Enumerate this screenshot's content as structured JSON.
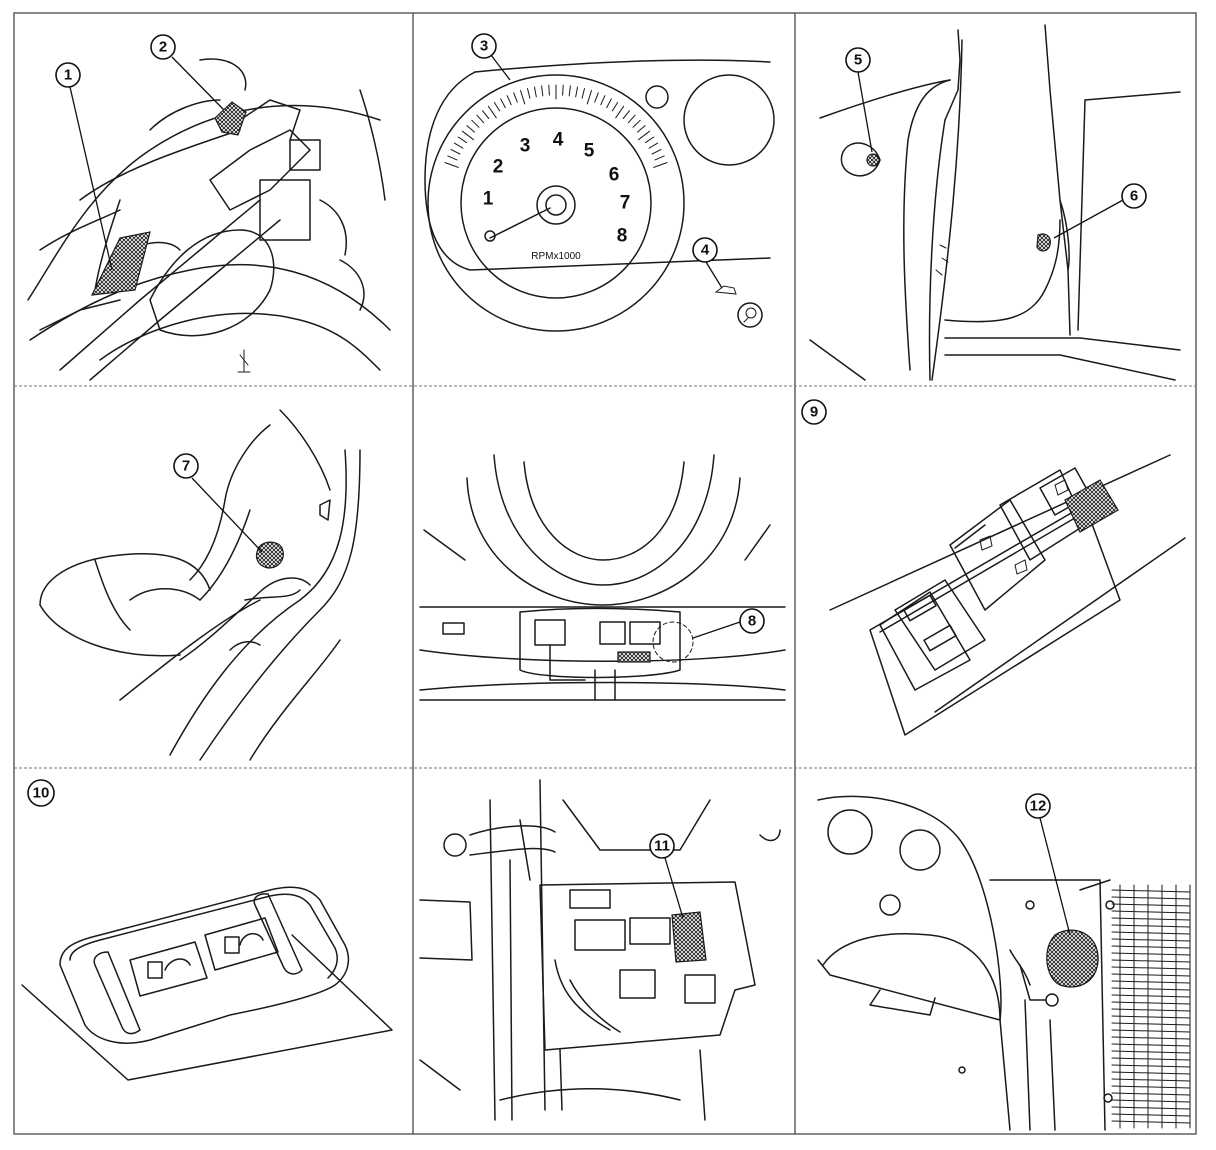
{
  "panels": [
    {
      "id": "panel-1",
      "callouts": [
        "1",
        "2"
      ]
    },
    {
      "id": "panel-2",
      "callouts": [
        "3",
        "4"
      ]
    },
    {
      "id": "panel-3",
      "callouts": [
        "5",
        "6"
      ]
    },
    {
      "id": "panel-4",
      "callouts": [
        "7"
      ]
    },
    {
      "id": "panel-5",
      "callouts": [
        "8"
      ]
    },
    {
      "id": "panel-6",
      "callouts": [
        "9"
      ]
    },
    {
      "id": "panel-7",
      "callouts": [
        "10"
      ]
    },
    {
      "id": "panel-8",
      "callouts": [
        "11"
      ]
    },
    {
      "id": "panel-9",
      "callouts": [
        "12"
      ]
    }
  ],
  "callouts": {
    "c1": "1",
    "c2": "2",
    "c3": "3",
    "c4": "4",
    "c5": "5",
    "c6": "6",
    "c7": "7",
    "c8": "8",
    "c9": "9",
    "c10": "10",
    "c11": "11",
    "c12": "12"
  },
  "tachometer": {
    "numbers": [
      "1",
      "2",
      "3",
      "4",
      "5",
      "6",
      "7",
      "8"
    ],
    "unit_label": "RPMx1000"
  },
  "colors": {
    "ink": "#1a1a1a",
    "paper": "#ffffff",
    "grid": "#555555"
  }
}
